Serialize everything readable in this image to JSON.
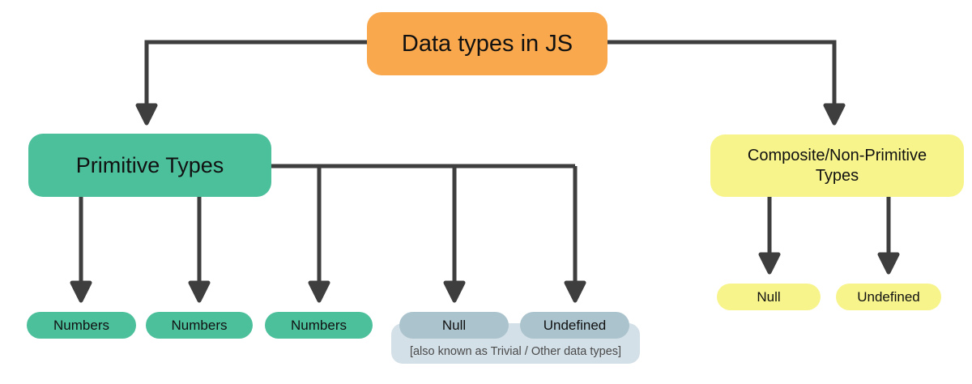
{
  "root_label": "Data types in JS",
  "primitive": {
    "label": "Primitive Types",
    "children": [
      {
        "label": "Numbers"
      },
      {
        "label": "Numbers"
      },
      {
        "label": "Numbers"
      },
      {
        "label": "Null"
      },
      {
        "label": "Undefined"
      }
    ],
    "note": "[also known as Trivial / Other data types]"
  },
  "composite": {
    "label": "Composite/Non-Primitive Types",
    "children": [
      {
        "label": "Null"
      },
      {
        "label": "Undefined"
      }
    ]
  },
  "colors": {
    "root_box": "#F9A84D",
    "primitive_box": "#4CBF9B",
    "composite_box": "#F7F48B",
    "muted_pill": "#ABC3CD",
    "muted_container": "#D4E0E8",
    "connector": "#3E3E3E",
    "text": "#111111",
    "note_text": "#4A4A4A",
    "background": "#FFFFFF"
  }
}
